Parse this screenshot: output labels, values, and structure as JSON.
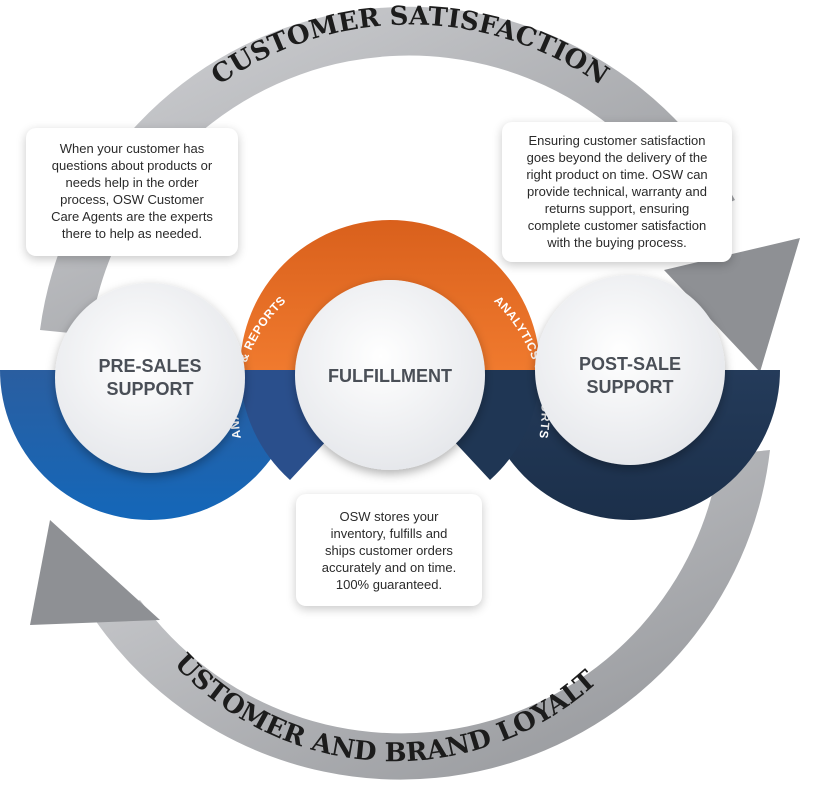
{
  "outer_ring": {
    "top_label": "CUSTOMER SATISFACTION",
    "bottom_label": "CUSTOMER AND BRAND LOYALTY"
  },
  "stages": {
    "pre_sales": {
      "line1": "PRE-SALES",
      "line2": "SUPPORT"
    },
    "fulfillment": {
      "line1": "FULFILLMENT"
    },
    "post_sale": {
      "line1": "POST-SALE",
      "line2": "SUPPORT"
    }
  },
  "arc_labels": {
    "left": "ANALYTICS & REPORTS",
    "right": "ANALYTICS & REPORTS"
  },
  "callouts": {
    "pre_sales": [
      "When your customer has",
      "questions about products or",
      "needs help in the order",
      "process, OSW Customer",
      "Care Agents are the experts",
      "there to help as needed."
    ],
    "post_sale": [
      "Ensuring customer satisfaction",
      "goes beyond the delivery of the",
      "right product on time. OSW can",
      "provide technical, warranty and",
      "returns support, ensuring",
      "complete customer satisfaction",
      "with the buying process."
    ],
    "fulfillment": [
      "OSW stores your",
      "inventory, fulfills and",
      "ships customer orders",
      "accurately and on time.",
      "100% guaranteed."
    ]
  },
  "colors": {
    "ring_gray": "#b9babd",
    "ring_gray_dark": "#8e9094",
    "orange": "#e8702a",
    "orange_dark": "#c85a1a",
    "blue": "#1f5fa8",
    "blue_dark": "#184a8a",
    "navy": "#1f3654",
    "navy_dark": "#162840",
    "circle_fill": "#f1f2f4"
  }
}
